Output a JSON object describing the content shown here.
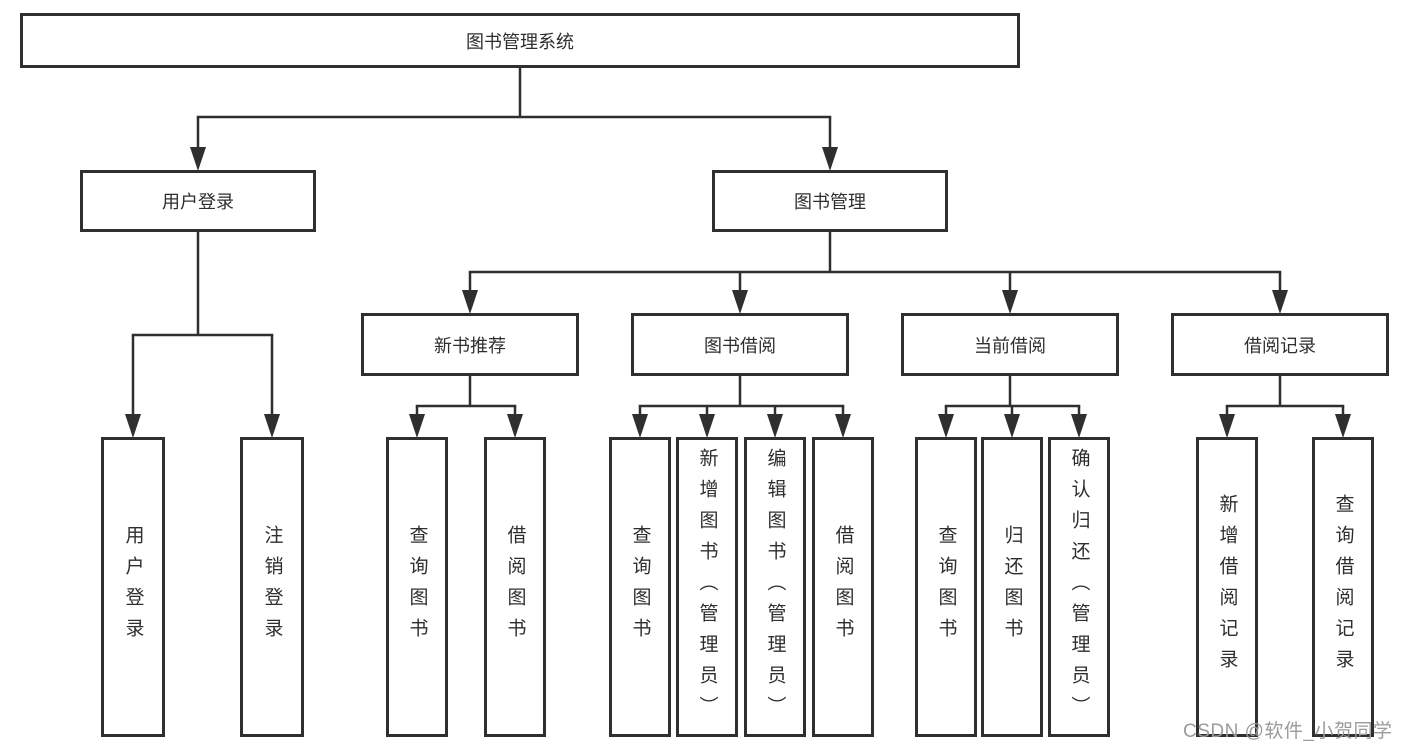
{
  "diagram": {
    "type": "tree",
    "title": "图书管理系统",
    "nodes": [
      {
        "id": "root",
        "label": "图书管理系统",
        "parent": null
      },
      {
        "id": "user-login",
        "label": "用户登录",
        "parent": "root"
      },
      {
        "id": "book-mgmt",
        "label": "图书管理",
        "parent": "root"
      },
      {
        "id": "login",
        "label": "用户登录",
        "parent": "user-login"
      },
      {
        "id": "logout",
        "label": "注销登录",
        "parent": "user-login"
      },
      {
        "id": "new-book-rec",
        "label": "新书推荐",
        "parent": "book-mgmt"
      },
      {
        "id": "book-borrow",
        "label": "图书借阅",
        "parent": "book-mgmt"
      },
      {
        "id": "current-borrow",
        "label": "当前借阅",
        "parent": "book-mgmt"
      },
      {
        "id": "borrow-records",
        "label": "借阅记录",
        "parent": "book-mgmt"
      },
      {
        "id": "query-books-1",
        "label": "查询图书",
        "parent": "new-book-rec"
      },
      {
        "id": "borrow-books-1",
        "label": "借阅图书",
        "parent": "new-book-rec"
      },
      {
        "id": "query-books-2",
        "label": "查询图书",
        "parent": "book-borrow"
      },
      {
        "id": "add-books-admin",
        "label": "新增图书（管理员）",
        "parent": "book-borrow"
      },
      {
        "id": "edit-books-admin",
        "label": "编辑图书（管理员）",
        "parent": "book-borrow"
      },
      {
        "id": "borrow-books-2",
        "label": "借阅图书",
        "parent": "book-borrow"
      },
      {
        "id": "query-books-3",
        "label": "查询图书",
        "parent": "current-borrow"
      },
      {
        "id": "return-books",
        "label": "归还图书",
        "parent": "current-borrow"
      },
      {
        "id": "confirm-return-admin",
        "label": "确认归还（管理员）",
        "parent": "current-borrow"
      },
      {
        "id": "add-borrow-record",
        "label": "新增借阅记录",
        "parent": "borrow-records"
      },
      {
        "id": "query-borrow-record",
        "label": "查询借阅记录",
        "parent": "borrow-records"
      }
    ],
    "watermark": "CSDN @软件_小贺同学"
  },
  "colors": {
    "line": "#2f2f2f",
    "text": "#2e2e2e",
    "watermark": "#9b9b9b",
    "background": "#ffffff"
  }
}
